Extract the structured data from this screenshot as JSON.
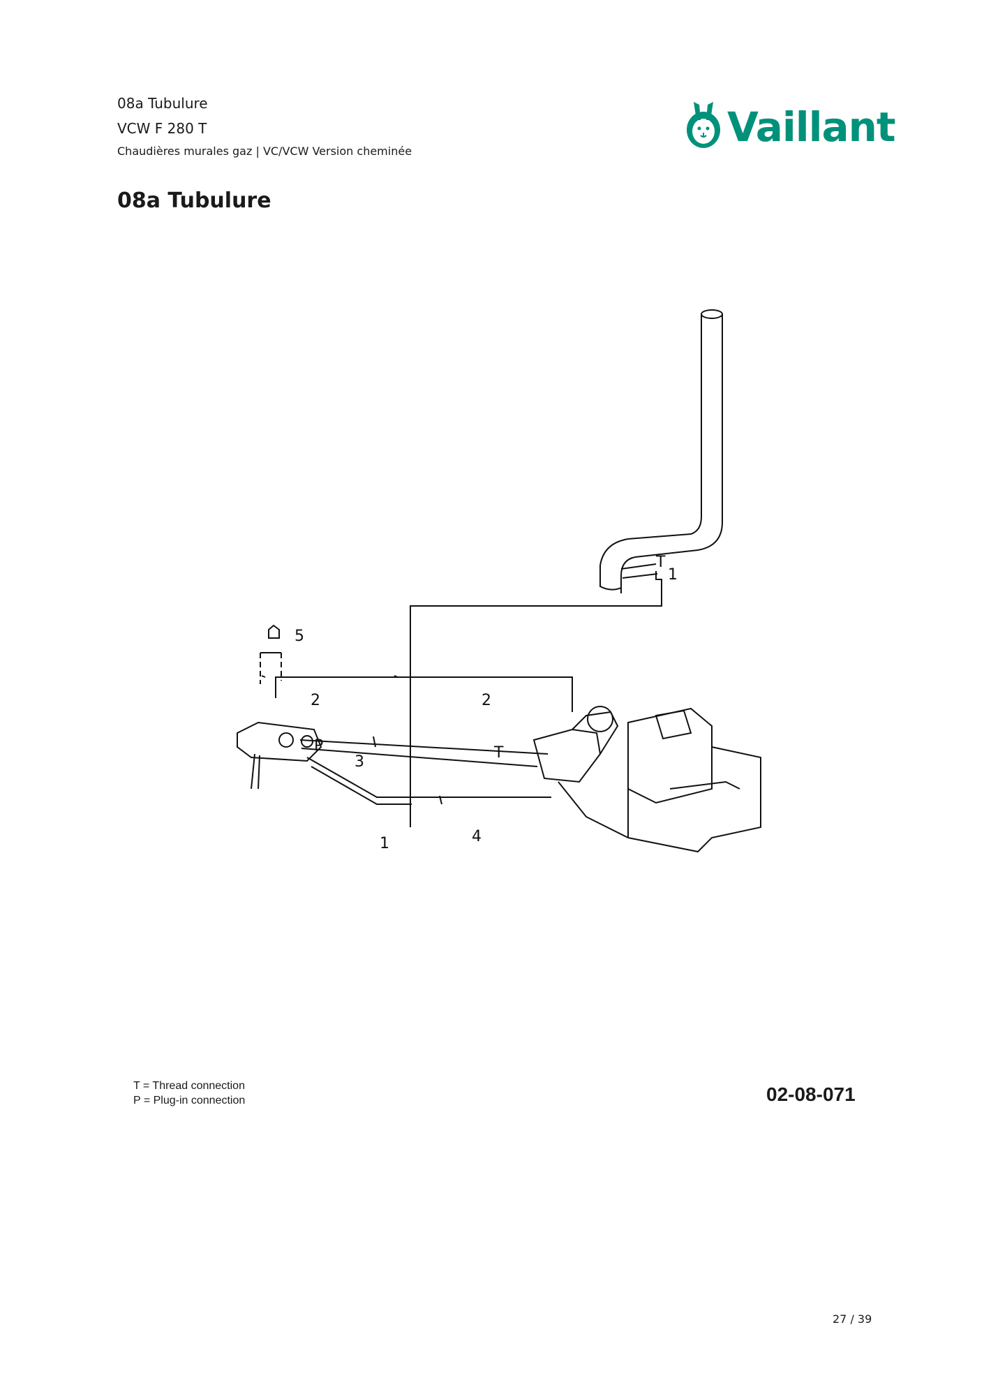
{
  "header": {
    "line1": "08a Tubulure",
    "line2": "VCW F 280 T",
    "line3": "Chaudières murales gaz | VC/VCW Version cheminée"
  },
  "brand": {
    "name": "Vaillant",
    "color": "#00917a",
    "mascot": "hare-icon"
  },
  "title": "08a Tubulure",
  "diagram": {
    "labels": {
      "l1_top": "1",
      "l1_bottom": "1",
      "l2_left": "2",
      "l2_right": "2",
      "l3": "3",
      "l4": "4",
      "l5": "5",
      "p": "P",
      "t_top": "T",
      "t_mid": "T"
    }
  },
  "legend": {
    "line1": "T = Thread connection",
    "line2": "P = Plug-in connection"
  },
  "drawing_code": "02-08-071",
  "page": "27 / 39"
}
